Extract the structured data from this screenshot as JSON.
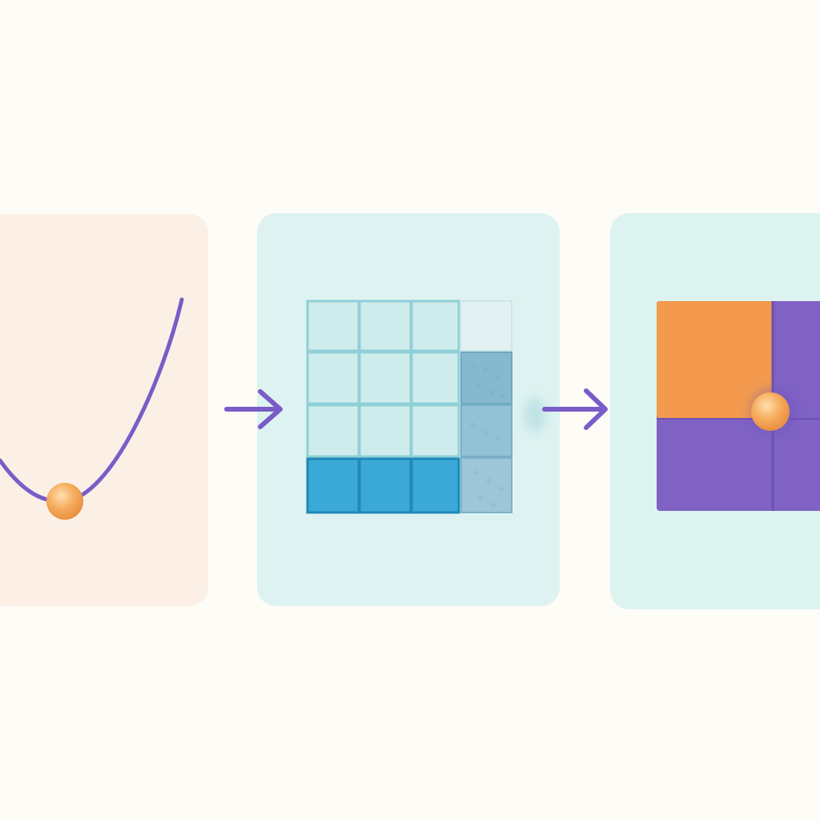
{
  "diagram": {
    "stages": [
      {
        "id": "loss-curve",
        "kind": "parabola-with-ball"
      },
      {
        "id": "matrix-grid",
        "kind": "grid-with-highlighted-row-and-column"
      },
      {
        "id": "quadrant-map",
        "kind": "split-square-with-ball"
      }
    ],
    "arrows": [
      {
        "from": "loss-curve",
        "to": "matrix-grid"
      },
      {
        "from": "matrix-grid",
        "to": "quadrant-map"
      }
    ]
  },
  "colors": {
    "background": "#FEFCF7",
    "panel_warm": "#FCF0E6",
    "panel_cool": "#DEF3F1",
    "curve": "#7A5CC8",
    "ball": "#F5A656",
    "grid_light": "#CFECEC",
    "grid_line": "#8FCFD8",
    "grid_highlight": "#3AA9D6",
    "column_highlight": "#8DBFD4",
    "quad_orange": "#F39A4E",
    "quad_purple": "#8062C4",
    "arrow": "#7A5CC8"
  }
}
